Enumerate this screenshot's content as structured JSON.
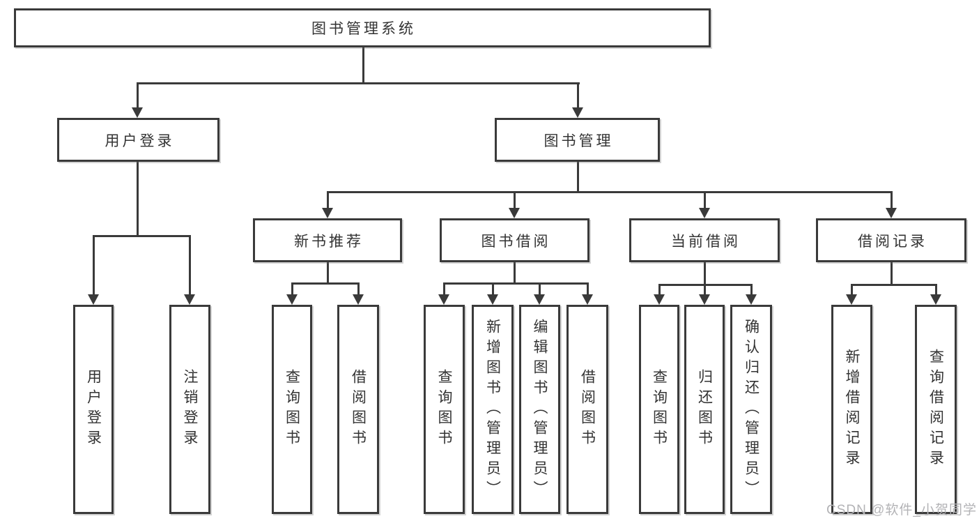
{
  "diagram": {
    "background": "#ffffff",
    "line_color": "#3a3a3a",
    "text_color": "#333333"
  },
  "watermark": {
    "text": "CSDN @软件_小贺同学",
    "color": "#b3b3b6"
  },
  "nodes": {
    "root": {
      "label": "图书管理系统"
    },
    "user_login": {
      "label": "用户登录"
    },
    "book_management": {
      "label": "图书管理"
    },
    "new_book_recommend": {
      "label": "新书推荐"
    },
    "book_borrowing": {
      "label": "图书借阅"
    },
    "current_borrowing": {
      "label": "当前借阅"
    },
    "borrowing_records": {
      "label": "借阅记录"
    },
    "leaves": {
      "user_login": "用户登录",
      "logout": "注销登录",
      "query_book_1": "查询图书",
      "borrow_book_1": "借阅图书",
      "query_book_2": "查询图书",
      "add_book_admin": "新增图书（管理员）",
      "edit_book_admin": "编辑图书（管理员）",
      "borrow_book_2": "借阅图书",
      "query_book_3": "查询图书",
      "return_book": "归还图书",
      "confirm_return_admin": "确认归还（管理员）",
      "add_borrow_record": "新增借阅记录",
      "query_borrow_record": "查询借阅记录"
    }
  }
}
